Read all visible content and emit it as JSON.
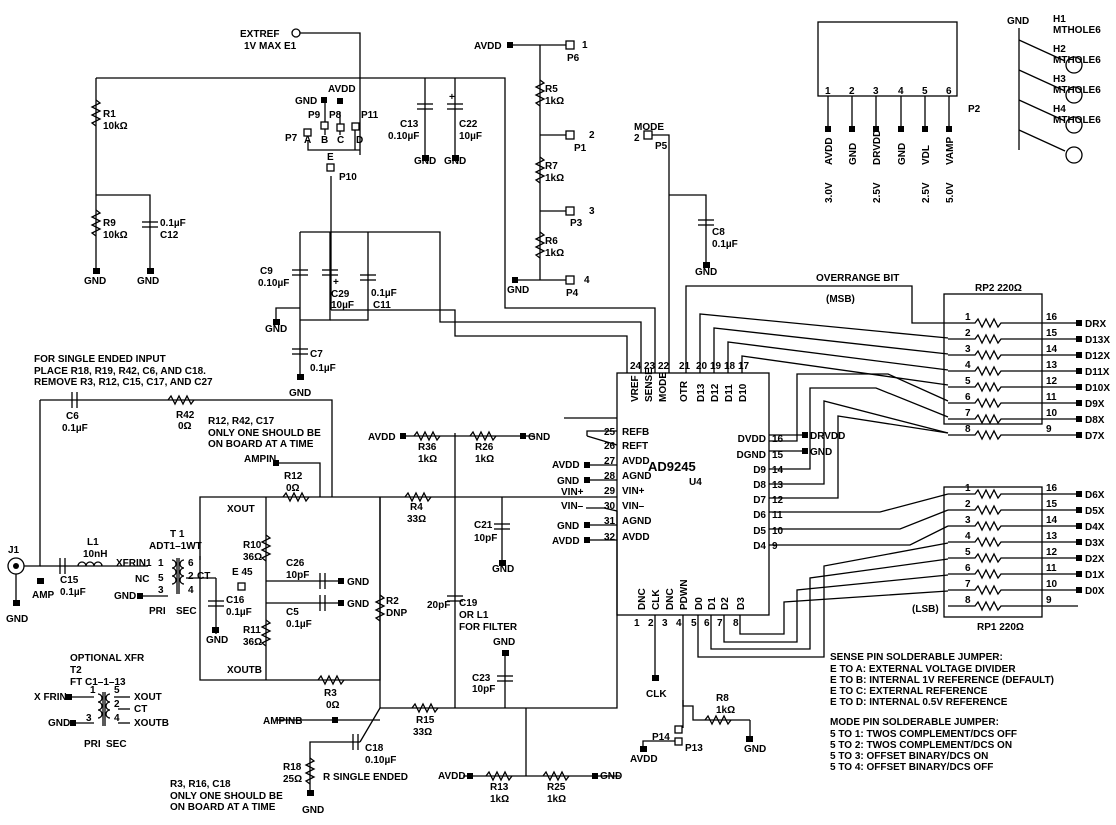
{
  "chip": {
    "name": "AD9245",
    "ref": "U4"
  },
  "top_pins": [
    {
      "name": "VREF",
      "num": "24"
    },
    {
      "name": "SENSE",
      "num": "23"
    },
    {
      "name": "MODE",
      "num": "22"
    },
    {
      "name": "OTR",
      "num": "21"
    },
    {
      "name": "D13",
      "num": "20"
    },
    {
      "name": "D12",
      "num": "19"
    },
    {
      "name": "D11",
      "num": "18"
    },
    {
      "name": "D10",
      "num": "17"
    }
  ],
  "left_pins": [
    {
      "name": "REFB",
      "num": "25"
    },
    {
      "name": "REFT",
      "num": "26"
    },
    {
      "name": "AVDD",
      "num": "27"
    },
    {
      "name": "AGND",
      "num": "28"
    },
    {
      "name": "VIN+",
      "num": "29"
    },
    {
      "name": "VIN–",
      "num": "30"
    },
    {
      "name": "AGND",
      "num": "31"
    },
    {
      "name": "AVDD",
      "num": "32"
    }
  ],
  "right_pins": [
    {
      "name": "DVDD",
      "num": "16"
    },
    {
      "name": "DGND",
      "num": "15"
    },
    {
      "name": "D9",
      "num": "14"
    },
    {
      "name": "D8",
      "num": "13"
    },
    {
      "name": "D7",
      "num": "12"
    },
    {
      "name": "D6",
      "num": "11"
    },
    {
      "name": "D5",
      "num": "10"
    },
    {
      "name": "D4",
      "num": "9"
    }
  ],
  "bottom_pins": [
    {
      "name": "DNC",
      "num": "1"
    },
    {
      "name": "CLK",
      "num": "2"
    },
    {
      "name": "DNC",
      "num": "3"
    },
    {
      "name": "PDWN",
      "num": "4"
    },
    {
      "name": "D0",
      "num": "5"
    },
    {
      "name": "D1",
      "num": "6"
    },
    {
      "name": "D2",
      "num": "7"
    },
    {
      "name": "D3",
      "num": "8"
    }
  ],
  "rp2": {
    "title": "RP2 220Ω",
    "left_nums": [
      "1",
      "2",
      "3",
      "4",
      "5",
      "6",
      "7",
      "8"
    ],
    "right_nums": [
      "16",
      "15",
      "14",
      "13",
      "12",
      "11",
      "10",
      "9"
    ],
    "outputs": [
      "DRX",
      "D13X",
      "D12X",
      "D11X",
      "D10X",
      "D9X",
      "D8X",
      "D7X"
    ]
  },
  "rp1": {
    "title": "RP1 220Ω",
    "left_nums": [
      "1",
      "2",
      "3",
      "4",
      "5",
      "6",
      "7",
      "8"
    ],
    "right_nums": [
      "16",
      "15",
      "14",
      "13",
      "12",
      "11",
      "10",
      "9"
    ],
    "outputs": [
      "D6X",
      "D5X",
      "D4X",
      "D3X",
      "D2X",
      "D1X",
      "D0X"
    ]
  },
  "labels": {
    "overrange": "OVERRANGE BIT",
    "msb": "(MSB)",
    "lsb": "(LSB)",
    "drvdd": "DRVDD",
    "gnd": "GND",
    "avdd": "AVDD",
    "clk": "CLK",
    "mode": "MODE",
    "amp": "AMP",
    "extref": "EXTREF",
    "extref2": "1V MAX E1",
    "single_note_1": "FOR SINGLE ENDED INPUT",
    "single_note_2": "PLACE R18, R19, R42, C6, AND C18.",
    "single_note_3": "REMOVE R3, R12, C15, C17, AND C27",
    "r12note_1": "R12, R42, C17",
    "r12note_2": "ONLY ONE SHOULD BE",
    "r12note_3": "ON BOARD AT A TIME",
    "r3note_1": "R3, R16, C18",
    "r3note_2": "ONLY ONE SHOULD BE",
    "r3note_3": "ON BOARD AT A TIME",
    "r_single": "R SINGLE ENDED",
    "c19note_1": "C19",
    "c19note_2": "OR L1",
    "c19note_3": "FOR FILTER",
    "ampin": "AMPIN",
    "ampinb": "AMPINB",
    "xout": "XOUT",
    "xoutb": "XOUTB",
    "t1_1": "T 1",
    "t1_2": "ADT1–1WT",
    "xfrin1": "XFRIN1",
    "nc": "NC",
    "ct": "CT",
    "pri": "PRI",
    "sec": "SEC",
    "e45": "E 45",
    "opt_1": "OPTIONAL XFR",
    "opt_2": "T2",
    "opt_3": "FT C1–1–13",
    "xfrin": "X FRIN",
    "j1": "J1"
  },
  "components": {
    "r1": "R1",
    "r1v": "10kΩ",
    "r9": "R9",
    "r9v": "10kΩ",
    "c12": "C12",
    "c12v": "0.1µF",
    "c13": "C13",
    "c13v": "0.10µF",
    "c22": "C22",
    "c22v": "10µF",
    "c9": "C9",
    "c9v": "0.10µF",
    "c29": "C29",
    "c29v": "10µF",
    "c11": "C11",
    "c11v": "0.1µF",
    "c7": "C7",
    "c7v": "0.1µF",
    "r5": "R5",
    "r5v": "1kΩ",
    "r7": "R7",
    "r7v": "1kΩ",
    "r6": "R6",
    "r6v": "1kΩ",
    "c8": "C8",
    "c8v": "0.1µF",
    "c6": "C6",
    "c6v": "0.1µF",
    "r42": "R42",
    "r42v": "0Ω",
    "r12": "R12",
    "r12v": "0Ω",
    "r36": "R36",
    "r36v": "1kΩ",
    "r26": "R26",
    "r26v": "1kΩ",
    "r4": "R4",
    "r4v": "33Ω",
    "c21": "C21",
    "c21v": "10pF",
    "c19v": "20pF",
    "c23": "C23",
    "c23v": "10pF",
    "l1": "L1",
    "l1v": "10nH",
    "c15": "C15",
    "c15v": "0.1µF",
    "r10": "R10",
    "r10v": "36Ω",
    "c26": "C26",
    "c26v": "10pF",
    "c16": "C16",
    "c16v": "0.1µF",
    "c5": "C5",
    "c5v": "0.1µF",
    "r11": "R11",
    "r11v": "36Ω",
    "r2": "R2",
    "r2v": "DNP",
    "r3": "R3",
    "r3v": "0Ω",
    "r15": "R15",
    "r15v": "33Ω",
    "r18": "R18",
    "r18v": "25Ω",
    "c18": "C18",
    "c18v": "0.10µF",
    "r13": "R13",
    "r13v": "1kΩ",
    "r25": "R25",
    "r25v": "1kΩ",
    "r8": "R8",
    "r8v": "1kΩ"
  },
  "jumpers": {
    "p9": "P9",
    "p8": "P8",
    "p11": "P11",
    "p7": "P7",
    "p10": "P10",
    "p6": "P6",
    "p1": "P1",
    "p3": "P3",
    "p4": "P4",
    "p5": "P5",
    "p13": "P13",
    "p14": "P14",
    "a": "A",
    "b": "B",
    "c": "C",
    "d": "D",
    "e": "E"
  },
  "connector_p2": {
    "ref": "P2",
    "pins": [
      "1",
      "2",
      "3",
      "4",
      "5",
      "6"
    ],
    "signals": [
      "AVDD",
      "GND",
      "DRVDD",
      "GND",
      "VDL",
      "VAMP"
    ],
    "volts": [
      "3.0V",
      "",
      "2.5V",
      "",
      "2.5V",
      "5.0V"
    ]
  },
  "holes": {
    "gnd": "GND",
    "items": [
      {
        "ref": "H1",
        "name": "MTHOLE6"
      },
      {
        "ref": "H2",
        "name": "MTHOLE6"
      },
      {
        "ref": "H3",
        "name": "MTHOLE6"
      },
      {
        "ref": "H4",
        "name": "MTHOLE6"
      }
    ]
  },
  "sense_notes": {
    "title": "SENSE PIN SOLDERABLE JUMPER:",
    "lines": [
      "E TO A:  EXTERNAL VOLTAGE DIVIDER",
      "E TO B:  INTERNAL 1V REFERENCE (DEFAULT)",
      "E TO C:  EXTERNAL REFERENCE",
      "E TO D:  INTERNAL 0.5V REFERENCE"
    ]
  },
  "mode_notes": {
    "title": "MODE PIN SOLDERABLE JUMPER:",
    "lines": [
      "5 TO 1: TWOS COMPLEMENT/DCS OFF",
      "5 TO 2: TWOS COMPLEMENT/DCS ON",
      "5 TO 3: OFFSET BINARY/DCS ON",
      "5 TO 4: OFFSET BINARY/DCS OFF"
    ]
  }
}
